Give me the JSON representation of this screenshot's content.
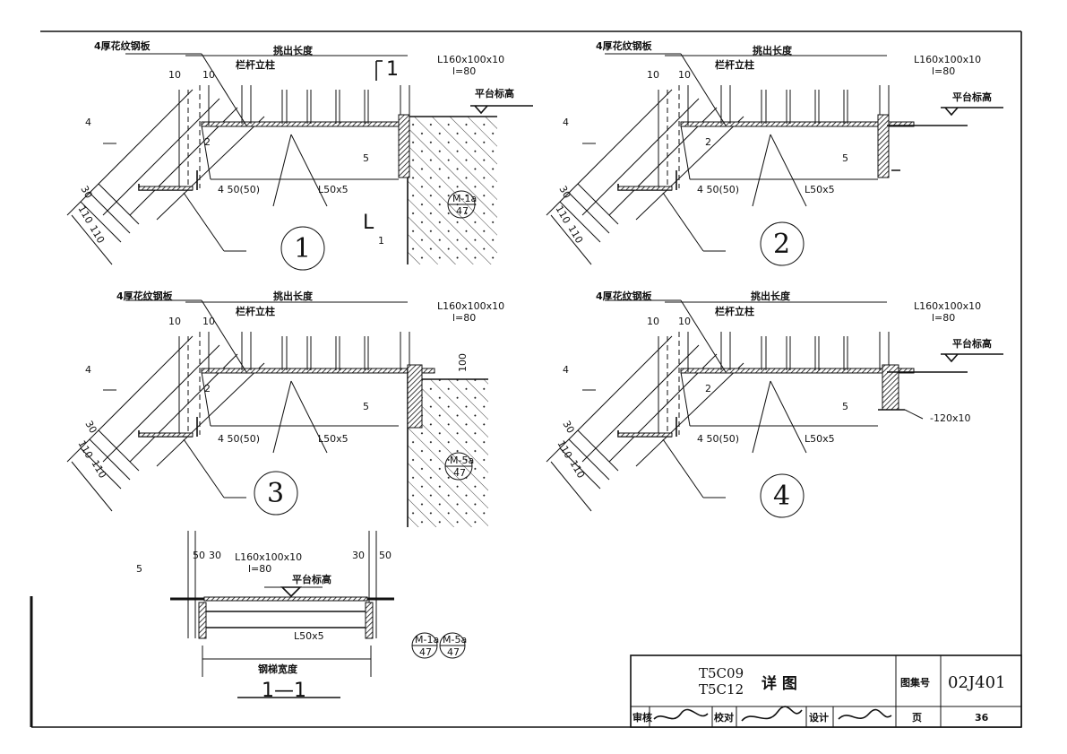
{
  "details": [
    {
      "number": "1",
      "labels": {
        "plate": "4厚花纹钢板",
        "overhang": "挑出长度",
        "post": "栏杆立柱",
        "angle": "L160x100x10",
        "angle_len": "l=80",
        "platform": "平台标高",
        "weld_main": "4 50(50)",
        "channel": "L50x5",
        "weld4": "4",
        "weld5": "5",
        "weld2": "2",
        "dim10a": "10",
        "dim10b": "10",
        "dim30": "30",
        "dim110a": "110",
        "dim110b": "110",
        "ref_top": "M-1a",
        "ref_bottom": "47"
      },
      "section_mark": "1"
    },
    {
      "number": "2",
      "labels": {
        "plate": "4厚花纹钢板",
        "overhang": "挑出长度",
        "post": "栏杆立柱",
        "angle": "L160x100x10",
        "angle_len": "l=80",
        "platform": "平台标高",
        "weld_main": "4 50(50)",
        "channel": "L50x5",
        "weld4": "4",
        "weld5": "5",
        "weld2": "2",
        "dim10a": "10",
        "dim10b": "10",
        "dim30": "30",
        "dim110a": "110",
        "dim110b": "110"
      }
    },
    {
      "number": "3",
      "labels": {
        "plate": "4厚花纹钢板",
        "overhang": "挑出长度",
        "post": "栏杆立柱",
        "angle": "L160x100x10",
        "angle_len": "l=80",
        "dim100": "100",
        "weld_main": "4 50(50)",
        "channel": "L50x5",
        "weld4": "4",
        "weld5": "5",
        "weld2": "2",
        "dim10a": "10",
        "dim10b": "10",
        "dim30": "30",
        "dim110a": "110",
        "dim110b": "110",
        "ref_top": "M-5a",
        "ref_bottom": "47"
      }
    },
    {
      "number": "4",
      "labels": {
        "plate": "4厚花纹钢板",
        "overhang": "挑出长度",
        "post": "栏杆立柱",
        "angle": "L160x100x10",
        "angle_len": "l=80",
        "platform": "平台标高",
        "weld_main": "4 50(50)",
        "channel": "L50x5",
        "weld4": "4",
        "weld5": "5",
        "weld2": "2",
        "dim10a": "10",
        "dim10b": "10",
        "dim30": "30",
        "dim110a": "110",
        "dim110b": "110",
        "plate120": "-120x10"
      }
    }
  ],
  "section": {
    "title": "1—1",
    "width_label": "钢梯宽度",
    "platform": "平台标高",
    "angle": "L160x100x10",
    "angle_len": "l=80",
    "channel": "L50x5",
    "dim50a": "50",
    "dim30a": "30",
    "dim30b": "30",
    "dim50b": "50",
    "weld5": "5",
    "ref1_top": "M-1a",
    "ref1_bottom": "47",
    "ref2_top": "M-5a",
    "ref2_bottom": "47"
  },
  "section_mark_letter": "L",
  "section_mark_num": "1",
  "title_block": {
    "code1": "T5C09",
    "code2": "T5C12",
    "title": "详  图",
    "atlas_label": "图集号",
    "atlas_no": "02J401",
    "review_label": "审核",
    "check_label": "校对",
    "design_label": "设计",
    "page_label": "页",
    "page_no": "36"
  }
}
